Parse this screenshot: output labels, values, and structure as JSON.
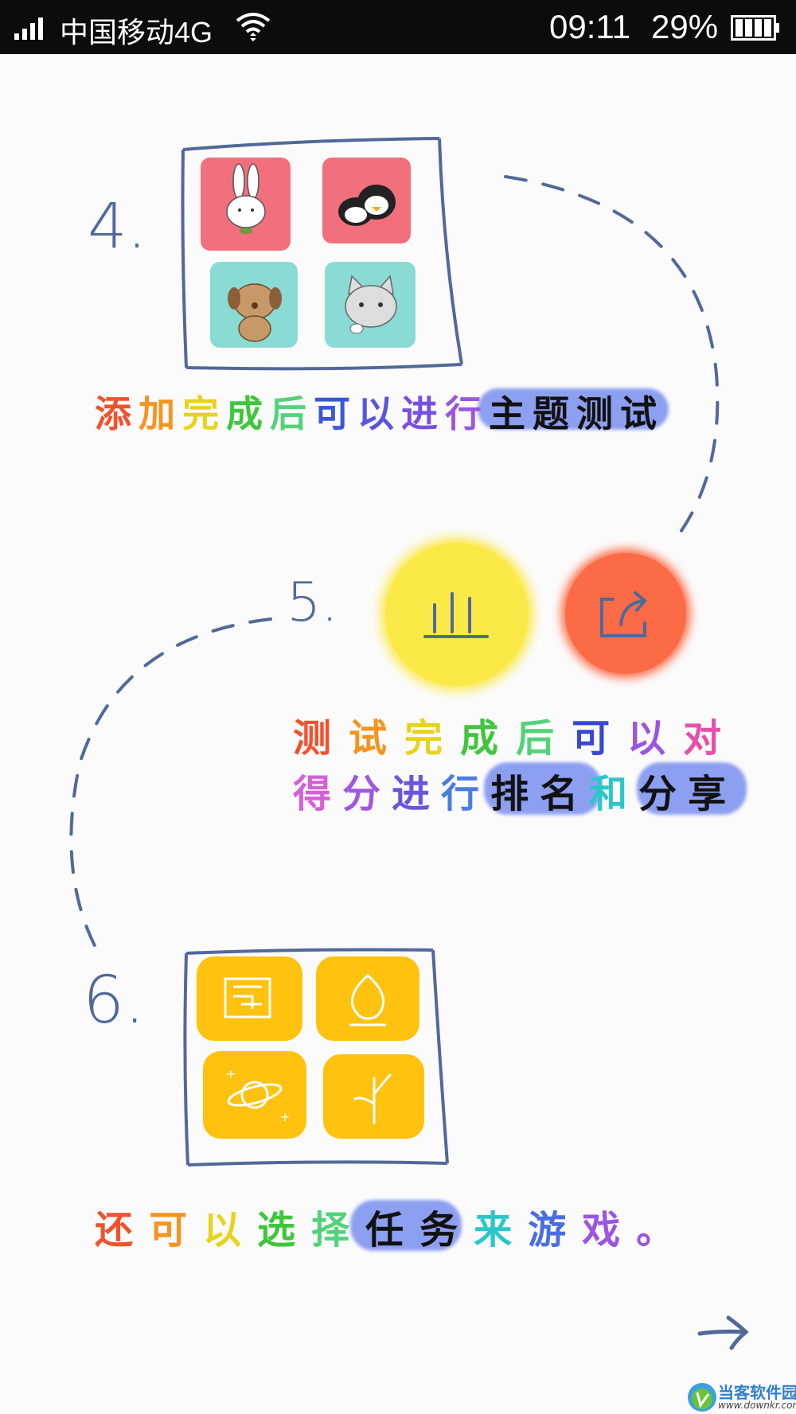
{
  "status_bar": {
    "carrier": "中国移动4G",
    "time": "09:11",
    "battery": "29%"
  },
  "steps": [
    {
      "number": "4.",
      "text": [
        {
          "t": "添",
          "c": "#f0522d"
        },
        {
          "t": "加",
          "c": "#f7931e"
        },
        {
          "t": "完",
          "c": "#e8d21c"
        },
        {
          "t": "成",
          "c": "#3fc63c"
        },
        {
          "t": "后",
          "c": "#54d27a"
        },
        {
          "t": "可",
          "c": "#3958d8"
        },
        {
          "t": "以",
          "c": "#5b54e0"
        },
        {
          "t": "进",
          "c": "#7a4fe0"
        },
        {
          "t": "行",
          "c": "#9b55e0"
        },
        {
          "t": "主",
          "c": "#111111"
        },
        {
          "t": "题",
          "c": "#111111"
        },
        {
          "t": "测",
          "c": "#111111"
        },
        {
          "t": "试",
          "c": "#111111"
        }
      ]
    },
    {
      "number": "5.",
      "text_line1": [
        {
          "t": "测",
          "c": "#f0522d"
        },
        {
          "t": "试",
          "c": "#f7931e"
        },
        {
          "t": "完",
          "c": "#e8d21c"
        },
        {
          "t": "成",
          "c": "#3fc63c"
        },
        {
          "t": "后",
          "c": "#54d27a"
        },
        {
          "t": "可",
          "c": "#3948d0"
        },
        {
          "t": "以",
          "c": "#9b55e0"
        },
        {
          "t": "对",
          "c": "#e64fa8"
        }
      ],
      "text_line2": [
        {
          "t": "得",
          "c": "#d65fd8"
        },
        {
          "t": "分",
          "c": "#a355e0"
        },
        {
          "t": "进",
          "c": "#6a55e0"
        },
        {
          "t": "行",
          "c": "#4a7de0"
        },
        {
          "t": "排",
          "c": "#111111"
        },
        {
          "t": "名",
          "c": "#111111"
        },
        {
          "t": "和",
          "c": "#2cc6c8"
        },
        {
          "t": "分",
          "c": "#111111"
        },
        {
          "t": "享",
          "c": "#111111"
        }
      ]
    },
    {
      "number": "6.",
      "text": [
        {
          "t": "还",
          "c": "#f0522d"
        },
        {
          "t": "可",
          "c": "#f7931e"
        },
        {
          "t": "以",
          "c": "#e8d21c"
        },
        {
          "t": "选",
          "c": "#3fc63c"
        },
        {
          "t": "择",
          "c": "#54d27a"
        },
        {
          "t": "任",
          "c": "#111111"
        },
        {
          "t": "务",
          "c": "#111111"
        },
        {
          "t": "来",
          "c": "#2cc6c8"
        },
        {
          "t": "游",
          "c": "#4a6de0"
        },
        {
          "t": "戏",
          "c": "#9b55e0"
        },
        {
          "t": "。",
          "c": "#9b55e0"
        }
      ]
    }
  ],
  "watermark": {
    "name": "当客软件园",
    "url": "www.downkr.com"
  },
  "colors": {
    "ink": "#51699a",
    "pink": "#f26f7d",
    "teal": "#8adbd3",
    "yellow": "#ffc20e",
    "stat_circle": "#fbe948",
    "share_circle": "#fb6b45"
  }
}
